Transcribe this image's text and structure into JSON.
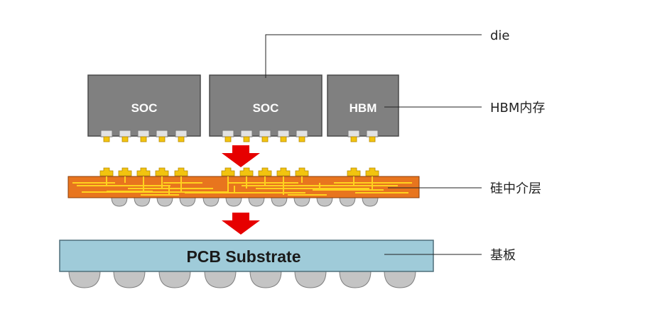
{
  "colors": {
    "die_fill": "#808080",
    "die_stroke": "#4a4a4a",
    "pad_fill": "#e2e2e2",
    "bump_gold": "#f2c40f",
    "bump_gold_dark": "#b88a00",
    "interposer_fill": "#e8751e",
    "interposer_stroke": "#8a3c08",
    "trace": "#ffd21f",
    "ball": "#c4c4c4",
    "ball_stroke": "#7f7f7f",
    "substrate_fill": "#9fcbd9",
    "substrate_stroke": "#4f6e7a",
    "arrow": "#e60000",
    "line": "#222222"
  },
  "chips": [
    {
      "label": "SOC"
    },
    {
      "label": "SOC"
    },
    {
      "label": "HBM"
    }
  ],
  "substrate": {
    "label": "PCB Substrate"
  },
  "callouts": {
    "die": "die",
    "hbm_memory": "HBM内存",
    "silicon_interposer": "硅中介层",
    "substrate": "基板"
  }
}
